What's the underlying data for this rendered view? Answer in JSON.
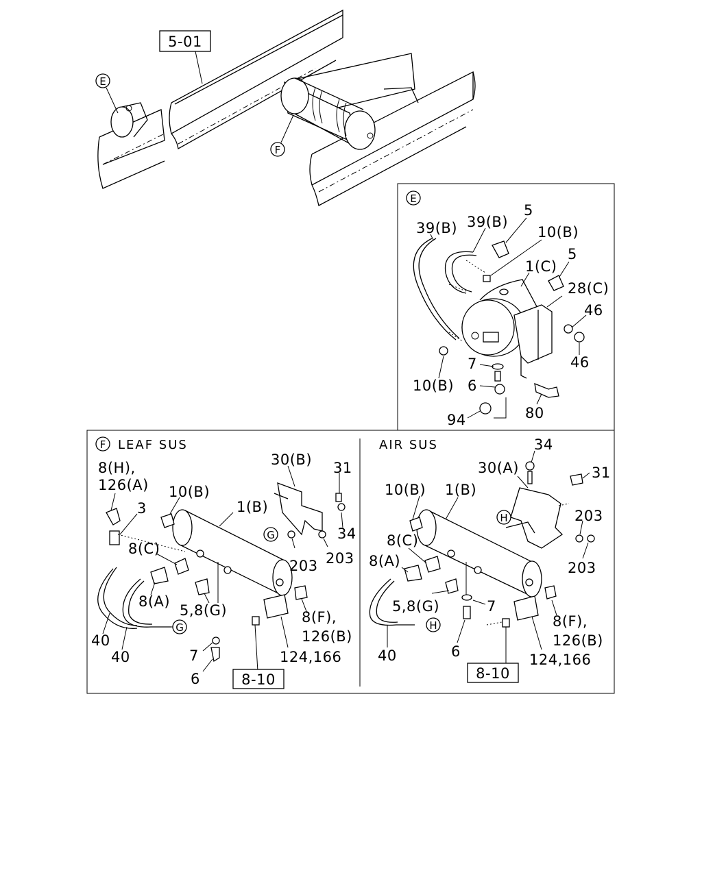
{
  "refs": {
    "top_ref": "5-01",
    "left_ref": "8-10",
    "right_ref": "8-10"
  },
  "callouts": {
    "e_main": "E",
    "f_main": "F",
    "e_detail": "E",
    "f_detail": "F",
    "g_left_1": "G",
    "g_left_2": "G",
    "h_right_1": "H",
    "h_right_2": "H"
  },
  "sections": {
    "leaf_sus": "LEAF SUS",
    "air_sus": "AIR SUS"
  },
  "detail_e_labels": {
    "l39b_1": "39(B)",
    "l39b_2": "39(B)",
    "l5_1": "5",
    "l10b_1": "10(B)",
    "l1c": "1(C)",
    "l5_2": "5",
    "l28c": "28(C)",
    "l46_1": "46",
    "l46_2": "46",
    "l7": "7",
    "l10b_2": "10(B)",
    "l6": "6",
    "l94": "94",
    "l80": "80"
  },
  "leaf_labels": {
    "l8h": "8(H),",
    "l126a": "126(A)",
    "l3": "3",
    "l10b": "10(B)",
    "l1b": "1(B)",
    "l30b": "30(B)",
    "l31": "31",
    "l34": "34",
    "l203_1": "203",
    "l203_2": "203",
    "l8c": "8(C)",
    "l8a": "8(A)",
    "l5_8g": "5,8(G)",
    "l8f": "8(F),",
    "l126b": "126(B)",
    "l124_166": "124,166",
    "l40_1": "40",
    "l40_2": "40",
    "l7": "7",
    "l6": "6"
  },
  "air_labels": {
    "l34": "34",
    "l30a": "30(A)",
    "l31": "31",
    "l10b": "10(B)",
    "l1b": "1(B)",
    "l203_1": "203",
    "l203_2": "203",
    "l8c": "8(C)",
    "l8a": "8(A)",
    "l5_8g": "5,8(G)",
    "l7": "7",
    "l8f": "8(F),",
    "l126b": "126(B)",
    "l124_166": "124,166",
    "l40": "40",
    "l6": "6"
  }
}
